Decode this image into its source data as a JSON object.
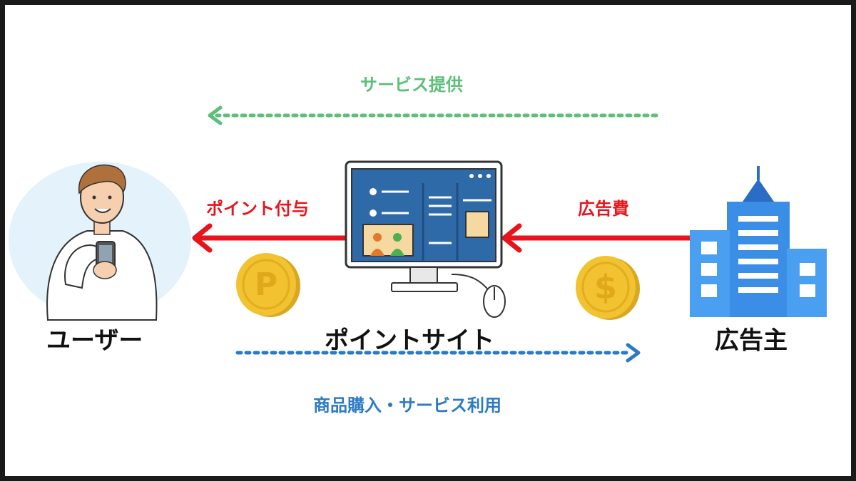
{
  "labels": {
    "service_provide": "サービス提供",
    "point_grant": "ポイント付与",
    "ad_fee": "広告費",
    "user": "ユーザー",
    "point_site": "ポイントサイト",
    "advertiser": "広告主",
    "purchase_use": "商品購入・サービス利用"
  },
  "coin_left_glyph": "P",
  "coin_right_glyph": "$",
  "colors": {
    "green": "#5cbf7a",
    "red": "#e8141b",
    "blue": "#2b7bc4",
    "coin": "#f2c230",
    "building": "#3a8ee6"
  },
  "icons": [
    "user-phone-icon",
    "computer-icon",
    "building-icon",
    "point-coin-icon",
    "dollar-coin-icon"
  ]
}
